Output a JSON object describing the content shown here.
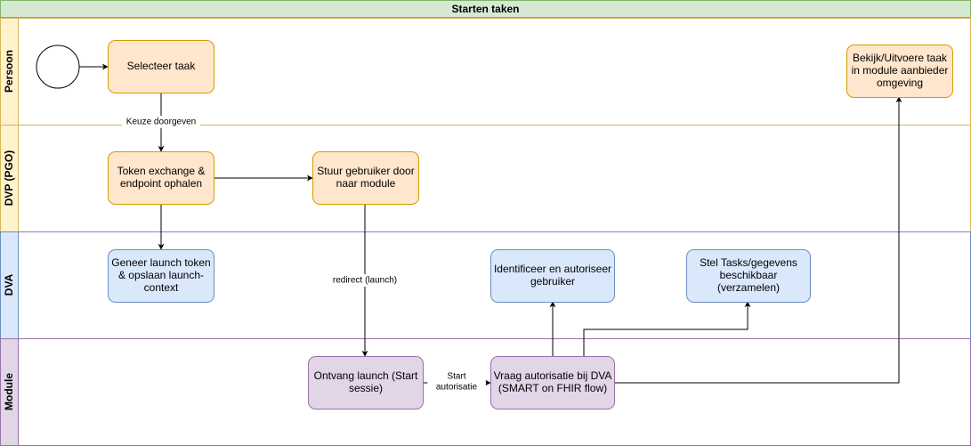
{
  "title": "Starten taken",
  "lanes": [
    {
      "id": "persoon",
      "label": "Persoon",
      "color": "#d6b656",
      "fill": "#fff2cc"
    },
    {
      "id": "dvp",
      "label": "DVP (PGO)",
      "color": "#d6b656",
      "fill": "#fff2cc"
    },
    {
      "id": "dva",
      "label": "DVA",
      "color": "#6c8ebf",
      "fill": "#dae8fc"
    },
    {
      "id": "module",
      "label": "Module",
      "color": "#9673a6",
      "fill": "#e1d5e7"
    }
  ],
  "nodes": [
    {
      "id": "start",
      "type": "start-event",
      "label": ""
    },
    {
      "id": "selecteer",
      "type": "task",
      "style": "orange",
      "lines": [
        "Selecteer taak"
      ]
    },
    {
      "id": "bekijk",
      "type": "task",
      "style": "orange",
      "lines": [
        "Bekijk/Uitvoere taak",
        "in module aanbieder",
        "omgeving"
      ]
    },
    {
      "id": "token",
      "type": "task",
      "style": "orange",
      "lines": [
        "Token exchange &",
        "endpoint ophalen"
      ]
    },
    {
      "id": "stuur",
      "type": "task",
      "style": "orange",
      "lines": [
        "Stuur gebruiker door",
        "naar module"
      ]
    },
    {
      "id": "genereer",
      "type": "task",
      "style": "blue",
      "lines": [
        "Geneer launch token",
        "& opslaan launch-",
        "context"
      ]
    },
    {
      "id": "identificeer",
      "type": "task",
      "style": "blue",
      "lines": [
        "Identificeer en autoriseer",
        "gebruiker"
      ]
    },
    {
      "id": "stel",
      "type": "task",
      "style": "blue",
      "lines": [
        "Stel Tasks/gegevens",
        "beschikbaar",
        "(verzamelen)"
      ]
    },
    {
      "id": "ontvang",
      "type": "task",
      "style": "purple",
      "lines": [
        "Ontvang launch (Start",
        "sessie)"
      ]
    },
    {
      "id": "vraag",
      "type": "task",
      "style": "purple",
      "lines": [
        "Vraag autorisatie bij DVA",
        "(SMART on FHIR flow)"
      ]
    }
  ],
  "edges": [
    {
      "id": "start-selecteer",
      "lines": []
    },
    {
      "id": "selecteer-token",
      "lines": [
        "Keuze doorgeven"
      ]
    },
    {
      "id": "token-stuur",
      "lines": []
    },
    {
      "id": "token-genereer",
      "lines": []
    },
    {
      "id": "stuur-ontvang",
      "lines": [
        "redirect (launch)"
      ]
    },
    {
      "id": "ontvang-vraag",
      "lines": [
        "Start",
        "autorisatie"
      ]
    },
    {
      "id": "vraag-identificeer",
      "lines": []
    },
    {
      "id": "vraag-stel",
      "lines": []
    },
    {
      "id": "vraag-bekijk",
      "lines": []
    }
  ],
  "styles": {
    "orange": {
      "fill": "#ffe6cc",
      "stroke": "#d79b00"
    },
    "blue": {
      "fill": "#dae8fc",
      "stroke": "#6c8ebf"
    },
    "purple": {
      "fill": "#e1d5e7",
      "stroke": "#9673a6"
    },
    "title": {
      "fill": "#d5e8d4",
      "stroke": "#82b366"
    },
    "edge": "#000000"
  }
}
